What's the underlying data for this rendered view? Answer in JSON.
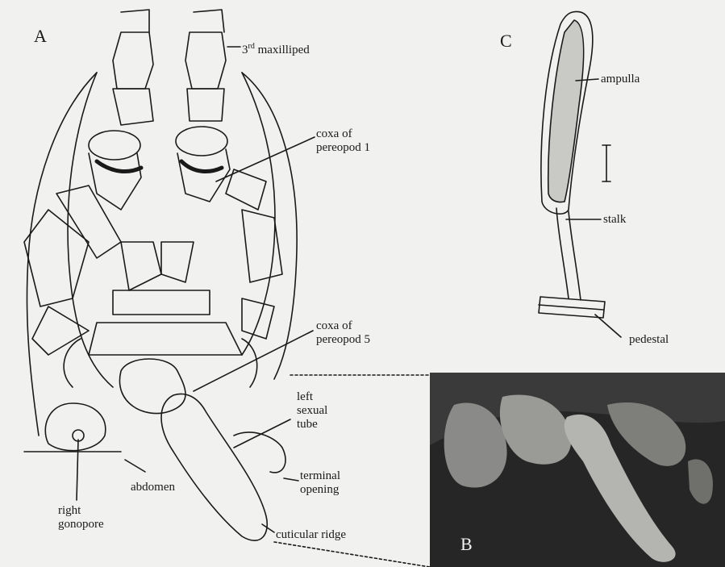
{
  "panels": {
    "a": "A",
    "b": "B",
    "c": "C"
  },
  "labels": {
    "maxilliped_sup_num": "3",
    "maxilliped_sup": "rd",
    "maxilliped_rest": " maxilliped",
    "coxa1_line1": "coxa of",
    "coxa1_line2": "pereopod 1",
    "coxa5_line1": "coxa of",
    "coxa5_line2": "pereopod 5",
    "tube_line1": "left",
    "tube_line2": "sexual",
    "tube_line3": "tube",
    "opening_line1": "terminal",
    "opening_line2": "opening",
    "abdomen": "abdomen",
    "gonopore_line1": "right",
    "gonopore_line2": "gonopore",
    "ridge": "cuticular ridge",
    "ampulla": "ampulla",
    "stalk": "stalk",
    "pedestal": "pedestal"
  }
}
